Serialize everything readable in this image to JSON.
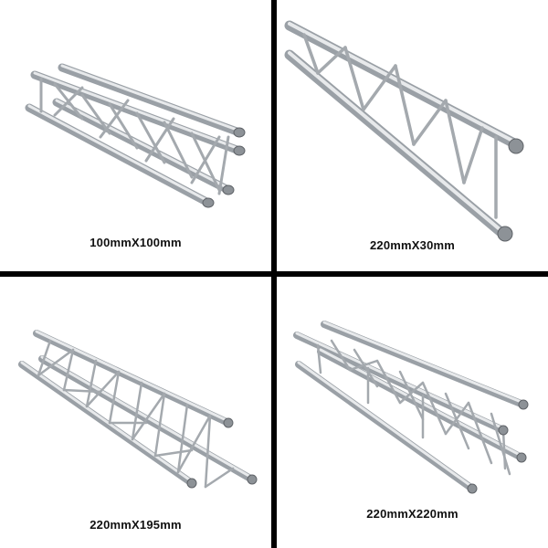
{
  "panels": [
    {
      "caption": "100mmX100mm"
    },
    {
      "caption": "220mmX30mm"
    },
    {
      "caption": "220mmX195mm"
    },
    {
      "caption": "220mmX220mm"
    }
  ]
}
